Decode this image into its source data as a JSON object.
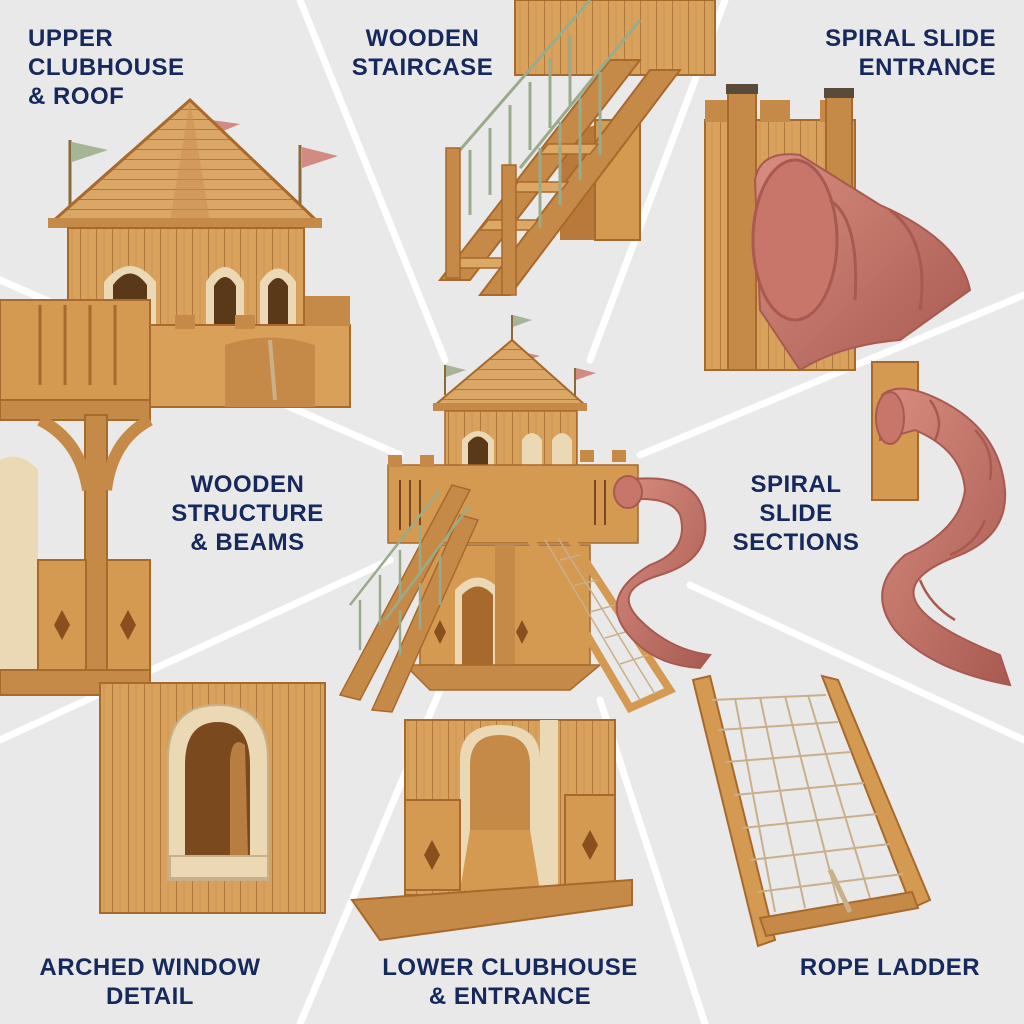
{
  "labels": {
    "upper_clubhouse": "UPPER\nCLUBHOUSE\n& ROOF",
    "wooden_staircase": "WOODEN\nSTAIRCASE",
    "spiral_slide_entrance": "SPIRAL SLIDE\nENTRANCE",
    "wooden_structure": "WOODEN\nSTRUCTURE\n& BEAMS",
    "spiral_slide_sections": "SPIRAL\nSLIDE\nSECTIONS",
    "arched_window": "ARCHED WINDOW\nDETAIL",
    "lower_clubhouse": "LOWER CLUBHOUSE\n& ENTRANCE",
    "rope_ladder": "ROPE LADDER"
  },
  "colors": {
    "background": "#e9e9e9",
    "divider": "#ffffff",
    "label_text": "#16295c",
    "wood": "#d49a52",
    "wood_dark": "#a8692c",
    "wood_light": "#e9bd7e",
    "trim": "#ead9b4",
    "railing": "#9aab8c",
    "slide": "#c8766a",
    "slide_dark": "#a85a50",
    "flag_green": "#a5b596",
    "flag_pink": "#d18b83",
    "rope": "#c9b08a"
  }
}
